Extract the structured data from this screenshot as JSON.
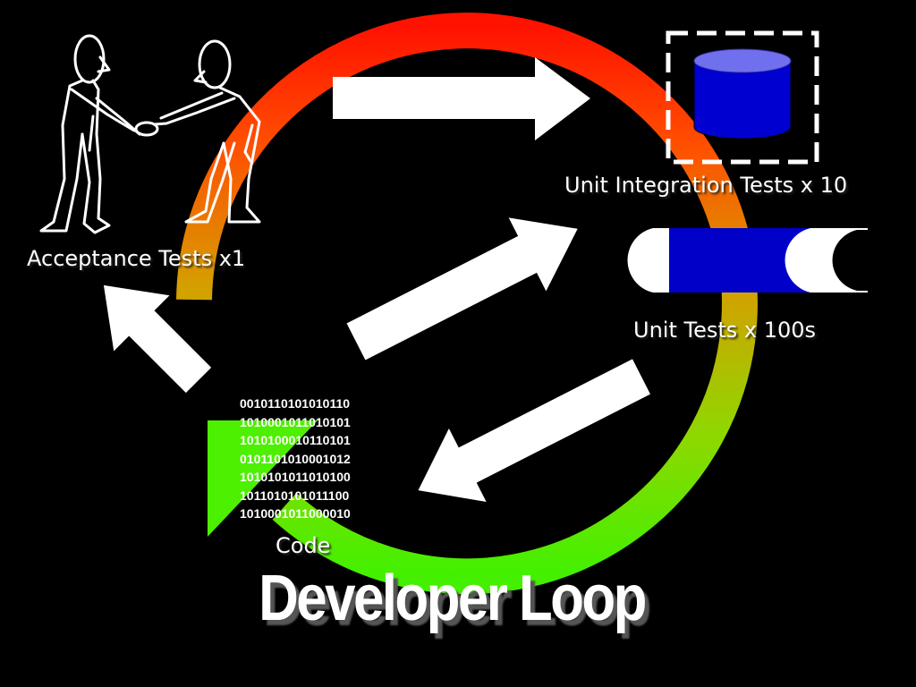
{
  "slide": {
    "title": "Developer Loop",
    "labels": {
      "acceptance": "Acceptance Tests x1",
      "integration": "Unit Integration Tests x 10",
      "unit": "Unit Tests x 100s",
      "code": "Code"
    },
    "binary_lines": [
      "0010110101010110",
      "1010001011010101",
      "1010100010110101",
      "0101101010001012",
      "1010101011010100",
      "1011010101011100",
      "1010001011000010"
    ],
    "icons": {
      "people": "handshake-people-icon",
      "integration": "database-cylinder-icon",
      "unit": "pill-capsule-icon"
    },
    "colors": {
      "background": "#000000",
      "loop_top": "#ff1a00",
      "loop_mid": "#d8a000",
      "loop_bottom": "#4cf000",
      "database": "#0000d0",
      "database_top": "#7070f0"
    }
  }
}
